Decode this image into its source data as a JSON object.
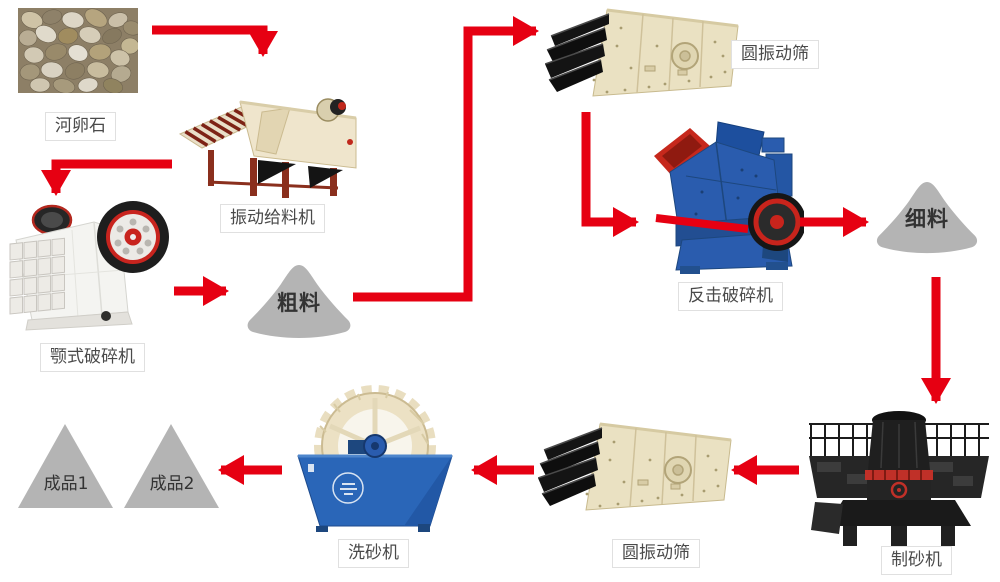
{
  "palette": {
    "arrow_red": "#e60012",
    "material_gray": "#b4b4b4",
    "label_border": "#e0e0e0",
    "label_text": "#4a4a4a"
  },
  "nodes": {
    "pebbles": {
      "label": "河卵石"
    },
    "feeder": {
      "label": "振动给料机"
    },
    "jaw_crusher": {
      "label": "颚式破碎机"
    },
    "coarse": {
      "label": "粗料"
    },
    "screen_top": {
      "label": "圆振动筛"
    },
    "impact_crusher": {
      "label": "反击破碎机"
    },
    "fine": {
      "label": "细料"
    },
    "sand_maker": {
      "label": "制砂机"
    },
    "screen_bottom": {
      "label": "圆振动筛"
    },
    "washer": {
      "label": "洗砂机"
    },
    "product1": {
      "label": "成品1"
    },
    "product2": {
      "label": "成品2"
    }
  }
}
